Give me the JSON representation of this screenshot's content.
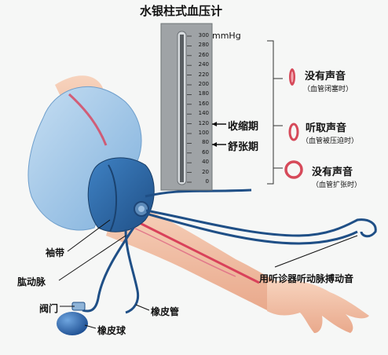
{
  "title": "水银柱式血压计",
  "unit": "mmHg",
  "scale_ticks": [
    "300",
    "280",
    "260",
    "240",
    "220",
    "200",
    "180",
    "160",
    "140",
    "120",
    "100",
    "80",
    "60",
    "40",
    "20",
    "0"
  ],
  "pointers": {
    "systolic": "收缩期",
    "diastolic": "舒张期"
  },
  "sounds": [
    {
      "label": "没有声音",
      "note": "（血管闭塞时）"
    },
    {
      "label": "听取声音",
      "note": "（血管被压迫时）"
    },
    {
      "label": "没有声音",
      "note": "（血管扩张时）"
    }
  ],
  "parts": {
    "cuff": "袖带",
    "brachial_artery": "肱动脉",
    "stethoscope": "用听诊器听动脉搏动音",
    "valve": "阀门",
    "tube": "橡皮管",
    "bulb": "橡皮球"
  },
  "colors": {
    "cuff": "#2f6aa8",
    "sleeve": "#9cc3e6",
    "skin": "#f2c2a8",
    "artery": "#d9415a",
    "gauge_bg": "#9fa3a6",
    "bracket": "#d64a5a"
  }
}
